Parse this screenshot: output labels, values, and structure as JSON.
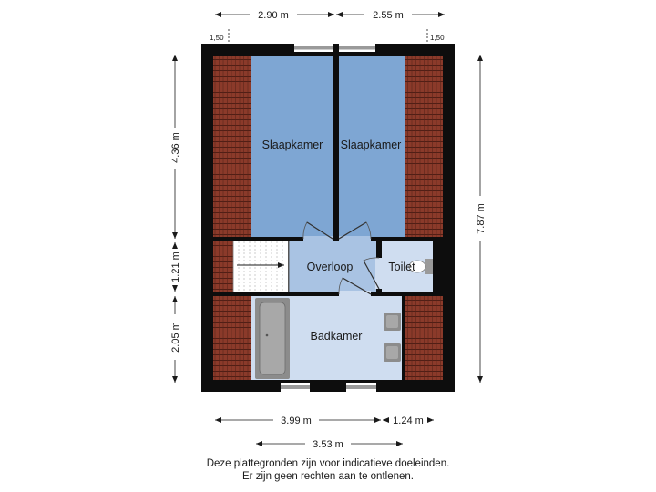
{
  "rooms": {
    "bedroom_left": "Slaapkamer",
    "bedroom_right": "Slaapkamer",
    "landing": "Overloop",
    "toilet": "Toilet",
    "bathroom": "Badkamer"
  },
  "dimensions": {
    "top_left": "2.90 m",
    "top_right": "2.55 m",
    "left_upper": "4.36 m",
    "left_middle": "1.21 m",
    "left_lower": "2.05 m",
    "right_total": "7.87 m",
    "bottom_left": "3.99 m",
    "bottom_right": "1.24 m",
    "bottom_inner": "3.53 m",
    "marker_left": "1,50",
    "marker_right": "1,50"
  },
  "disclaimer": {
    "line1": "Deze plattegronden zijn voor indicatieve doeleinden.",
    "line2": "Er zijn geen rechten aan te ontlenen."
  },
  "colors": {
    "wall": "#0d0d0d",
    "roof_tile": "#8b3a2a",
    "bedroom": "#7ea6d3",
    "landing": "#a9c3e3",
    "bathroom": "#cfddf0",
    "stair": "#ffffff",
    "fixture": "#8c8c8c"
  }
}
